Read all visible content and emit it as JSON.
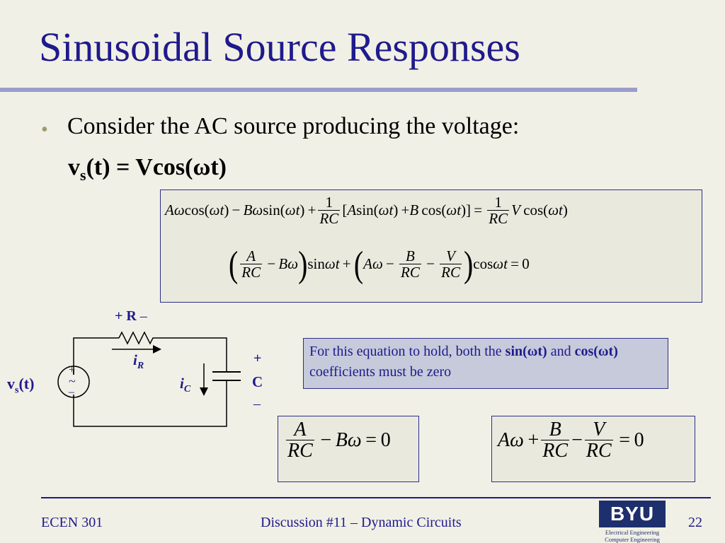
{
  "title": "Sinusoidal Source Responses",
  "bullet": "Consider the AC source producing the voltage:",
  "source_equation": {
    "v": "v",
    "sub": "s",
    "rest": "(t) = Vcos(ωt)"
  },
  "note": {
    "part1": "For this equation to hold, both the ",
    "bold1": "sin(ωt)",
    "part2": " and ",
    "bold2": "cos(ωt)",
    "part3": " coefficients must be zero"
  },
  "circuit": {
    "r_plus": "+",
    "r_label": "R",
    "r_minus": "–",
    "ir": "i",
    "ir_sub": "R",
    "ic": "i",
    "ic_sub": "C",
    "c_plus": "+",
    "c_label": "C",
    "c_minus": "–",
    "vs": "v",
    "vs_sub": "s",
    "vs_rest": "(t)",
    "src_plus": "+",
    "src_tilde": "~",
    "src_minus": "–"
  },
  "footer": {
    "course": "ECEN 301",
    "topic": "Discussion #11 – Dynamic Circuits",
    "page": "22"
  },
  "logo": {
    "name": "BYU",
    "line1": "Electrical Engineering",
    "line2": "Computer Engineering"
  }
}
